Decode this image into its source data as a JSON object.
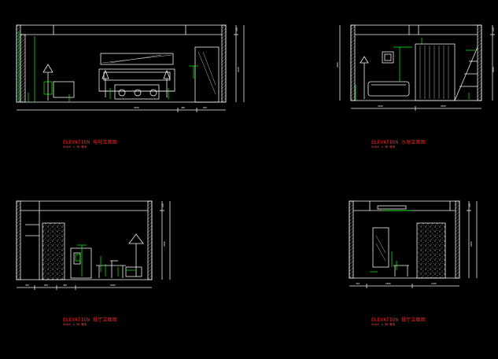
{
  "drawing": {
    "background": "#000000",
    "line_color": "#f0f0f0",
    "annotation_color": "#00ff00",
    "title_color": "#ff2020"
  },
  "elevations": [
    {
      "id": "a",
      "title": "ELEVATION",
      "name": "电视立面图",
      "scale": "SCALE 1:30 毫米",
      "dims_bottom": [
        "2600",
        "400",
        "600"
      ],
      "dims_right": [
        "250",
        "2600"
      ]
    },
    {
      "id": "b",
      "title": "ELEVATION",
      "name": "沙发立面图",
      "scale": "SCALE 1:30 毫米",
      "dims_bottom": [
        "2200",
        "1800"
      ],
      "dims_left": [
        "2800"
      ],
      "dims_right": [
        "250",
        "2600"
      ]
    },
    {
      "id": "c",
      "title": "ELEVATION",
      "name": "餐厅立面图",
      "scale": "SCALE 1:30 毫米",
      "dims_bottom": [
        "450",
        "600",
        "400",
        "1800"
      ],
      "dims_right": [
        "250",
        "2600"
      ]
    },
    {
      "id": "d",
      "title": "ELEVATION",
      "name": "餐厅立面图",
      "scale": "SCALE 1:30 毫米",
      "dims_bottom": [
        "700",
        "1800",
        "1500"
      ],
      "dims_right": [
        "250",
        "2600"
      ]
    }
  ]
}
